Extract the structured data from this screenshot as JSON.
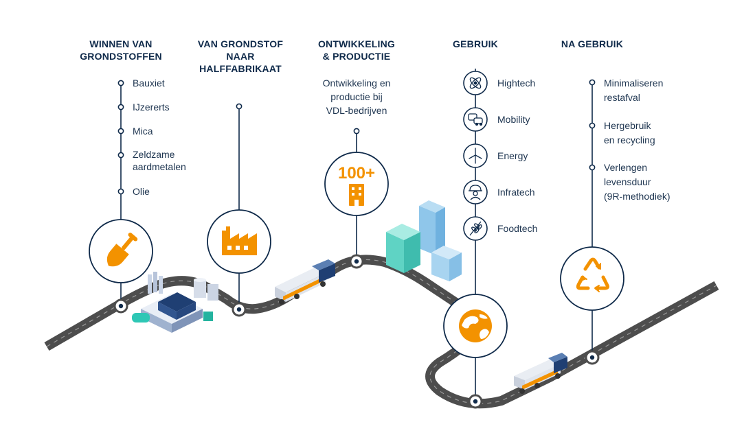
{
  "stages": [
    {
      "title_lines": [
        "WINNEN VAN",
        "GRONDSTOFFEN"
      ],
      "icon": "shovel-icon",
      "items": [
        [
          "Bauxiet"
        ],
        [
          "IJzererts"
        ],
        [
          "Mica"
        ],
        [
          "Zeldzame",
          "aardmetalen"
        ],
        [
          "Olie"
        ]
      ]
    },
    {
      "title_lines": [
        "VAN GRONDSTOF",
        "NAAR",
        "HALFFABRIKAAT"
      ],
      "icon": "factory-icon",
      "items": []
    },
    {
      "title_lines": [
        "ONTWIKKELING",
        "& PRODUCTIE"
      ],
      "icon": "building-icon",
      "badge": "100+",
      "text_lines": [
        "Ontwikkeling en",
        "productie bij",
        "VDL-bedrijven"
      ]
    },
    {
      "title_lines": [
        "GEBRUIK"
      ],
      "icon": "globe-icon",
      "uses": [
        {
          "label": "Hightech",
          "icon": "atom-icon"
        },
        {
          "label": "Mobility",
          "icon": "vehicles-icon"
        },
        {
          "label": "Energy",
          "icon": "wind-turbine-icon"
        },
        {
          "label": "Infratech",
          "icon": "worker-helmet-icon"
        },
        {
          "label": "Foodtech",
          "icon": "wheat-icon"
        }
      ]
    },
    {
      "title_lines": [
        "NA GEBRUIK"
      ],
      "icon": "recycle-icon",
      "items": [
        [
          "Minimaliseren",
          "restafval"
        ],
        [
          "Hergebruik",
          "en recycling"
        ],
        [
          "Verlengen",
          "levensduur",
          "(9R-methodiek)"
        ]
      ]
    }
  ],
  "colors": {
    "navy": "#0f2a4a",
    "orange": "#f39200",
    "road": "#4d4d4d",
    "building_teal": "#5fd3c4",
    "building_blue": "#8fc6ea"
  }
}
